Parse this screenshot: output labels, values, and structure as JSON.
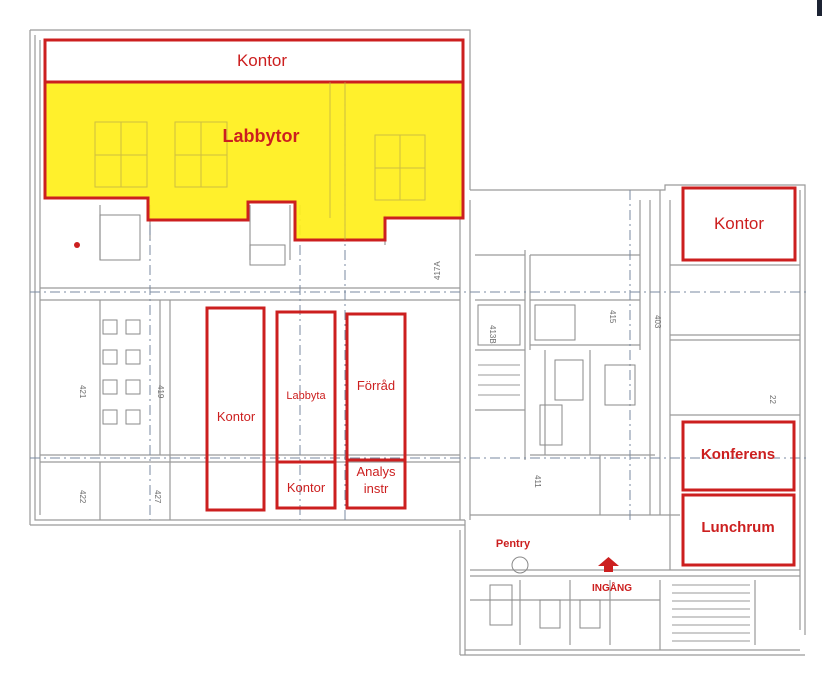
{
  "rooms": [
    {
      "label": "Kontor"
    },
    {
      "label": "Labbytor"
    },
    {
      "label": "Kontor"
    },
    {
      "label": "Kontor"
    },
    {
      "label": "Labbyta"
    },
    {
      "label": "Kontor"
    },
    {
      "label": "Förråd"
    },
    {
      "label": "Analys"
    },
    {
      "label": "instr"
    },
    {
      "label": "Konferens"
    },
    {
      "label": "Lunchrum"
    },
    {
      "label": "Pentry"
    }
  ],
  "entrance": {
    "label": "INGÅNG"
  },
  "colors": {
    "outline": "#cc1f1f",
    "highlight": "#ffef1a",
    "wall": "#9a9a9a",
    "grid": "#7a8aa0"
  }
}
